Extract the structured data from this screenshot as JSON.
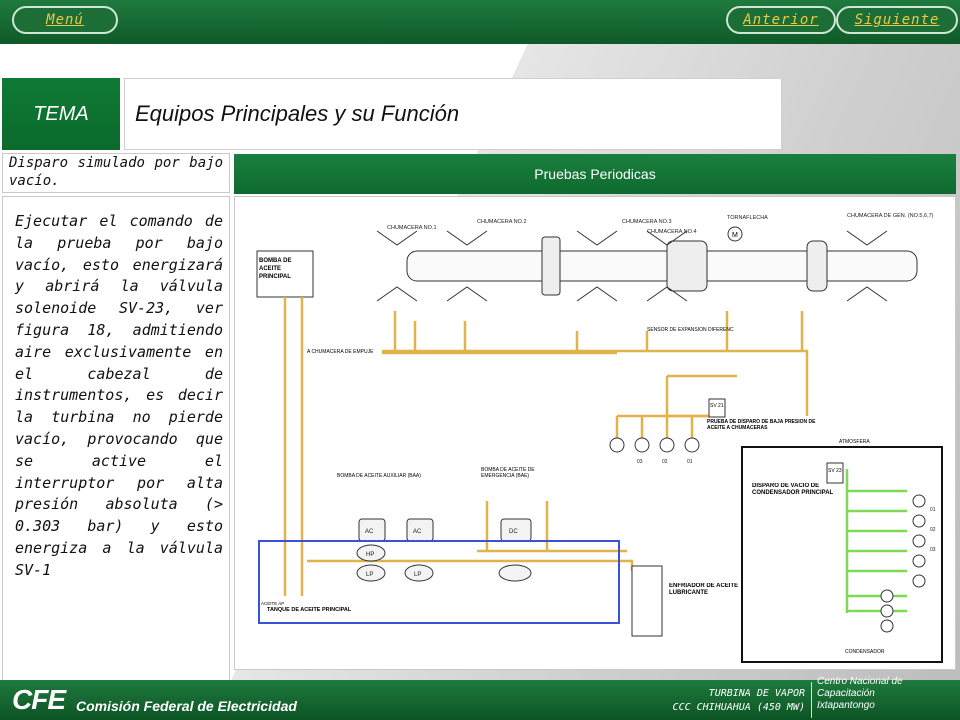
{
  "nav": {
    "menu_label": "Menú",
    "prev_label": "Anterior",
    "next_label": "Siguiente"
  },
  "header": {
    "tema_label": "TEMA",
    "title": "Equipos Principales y su Función"
  },
  "left_panel": {
    "heading": "Disparo simulado por bajo vacío.",
    "body": "Ejecutar el comando de la prueba por bajo vacío, esto energizará y abrirá la válvula solenoide SV-23, ver figura 18, admitiendo aire exclusivamente en el cabezal de instrumentos, es decir la turbina no pierde vacío, provocando que se active el interruptor por alta presión absoluta (> 0.303 bar) y esto energiza a la válvula SV-1"
  },
  "right_panel": {
    "heading": "Pruebas Periodicas"
  },
  "diagram": {
    "bearings": [
      "CHUMACERA NO.1",
      "CHUMACERA NO.2",
      "CHUMACERA NO.3",
      "CHUMACERA NO.4",
      "TORNAFLECHA",
      "CHUMACERA DE GEN. (NO.5,6,7)"
    ],
    "pump_main": "BOMBA DE ACEITE PRINCIPAL",
    "thrust": "A CHUMACERA DE EMPUJE",
    "expansion_sensor": "SENSOR DE EXPANSION DIFERENC",
    "low_pressure_test": "PRUEBA DE DISPARO DE BAJA PRESION DE ACEITE A CHUMACERAS",
    "pump_aux": "BOMBA DE ACEITE AUXILIAR (BAA)",
    "pump_emerg": "BOMBA DE ACEITE DE EMERGENCIA (BAE)",
    "tank": "TANQUE DE ACEITE PRINCIPAL",
    "cooler": "ENFRIADOR DE ACEITE LUBRICANTE",
    "aceite_ap": "ACEITE AP",
    "vacuum_trip": "DISPARO DE VACIO DE CONDENSADOR PRINCIPAL",
    "atmosphere": "ATMOSFERA",
    "condenser": "CONDENSADOR",
    "motor_labels": [
      "AC",
      "AC",
      "DC"
    ],
    "pump_labels": [
      "HP",
      "LP",
      "LP"
    ],
    "sv_labels": [
      "SV 21",
      "SV 23"
    ],
    "switch_labels": [
      "03",
      "02",
      "01"
    ],
    "vac_switch_labels": [
      "01",
      "02",
      "03"
    ],
    "motor_icon": "M"
  },
  "footer": {
    "logo": "CFE",
    "company": "Comisión Federal de Electricidad",
    "turbine_line1": "TURBINA DE VAPOR",
    "turbine_line2": "CCC CHIHUAHUA (450 MW)",
    "center_line1": "Centro Nacional de",
    "center_line2": "Capacitación",
    "center_line3": "Ixtapantongo"
  },
  "colors": {
    "brand_green": "#0f6a2f",
    "nav_link": "#e8c94a",
    "oil_line": "#e0b44a",
    "air_line": "#7ed957",
    "tank_outline": "#3a52d6"
  }
}
